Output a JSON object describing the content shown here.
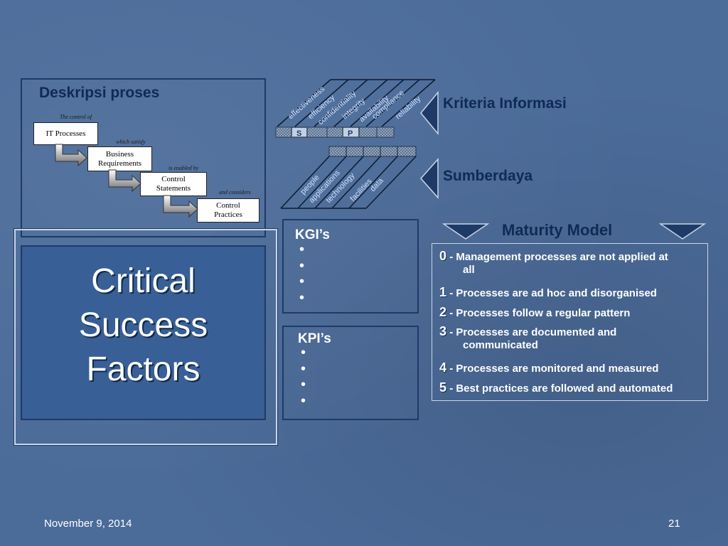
{
  "process": {
    "title": "Deskripsi proses",
    "label_control_of": "The control of",
    "box_it": "IT Processes",
    "label_satisfy": "which satisfy",
    "box_business_1": "Business",
    "box_business_2": "Requirements",
    "label_enabled": "is enabled by",
    "box_control_1": "Control",
    "box_control_2": "Statements",
    "label_considers": "and considers",
    "box_practices_1": "Control",
    "box_practices_2": "Practices"
  },
  "csf": {
    "line1": "Critical",
    "line2": "Success",
    "line3": "Factors"
  },
  "criteria": {
    "items": [
      "effectiveness",
      "efficiency",
      "confidentiality",
      "integrity",
      "availability",
      "compliance",
      "reliability"
    ],
    "grid_top": [
      "S",
      "",
      "",
      "P",
      "",
      ""
    ],
    "label": "Kriteria Informasi"
  },
  "resources": {
    "items": [
      "people",
      "applications",
      "technology",
      "facilities",
      "data"
    ],
    "label": "Sumberdaya"
  },
  "kgi": {
    "title": "KGI’s",
    "bullets": [
      "•",
      "•",
      "•",
      "•"
    ]
  },
  "kpi": {
    "title": "KPI’s",
    "bullets": [
      "•",
      "•",
      "•",
      "•"
    ]
  },
  "maturity": {
    "title": "Maturity Model",
    "rows": [
      {
        "num": "0",
        "text": "- Management processes are not applied at",
        "text2": "all"
      },
      {
        "num": "1",
        "text": "- Processes are ad hoc and disorganised",
        "text2": ""
      },
      {
        "num": "2",
        "text": "- Processes follow a regular pattern",
        "text2": ""
      },
      {
        "num": "3",
        "text": "- Processes are documented and",
        "text2": "communicated"
      },
      {
        "num": "4",
        "text": "- Processes are monitored and measured",
        "text2": ""
      },
      {
        "num": "5",
        "text": "- Best practices are followed and automated",
        "text2": ""
      }
    ]
  },
  "footer": {
    "date": "November 9, 2014",
    "page": "21"
  },
  "colors": {
    "bg": "#4b6b99",
    "dark": "#1e3a66",
    "heading": "#0f2a55"
  }
}
